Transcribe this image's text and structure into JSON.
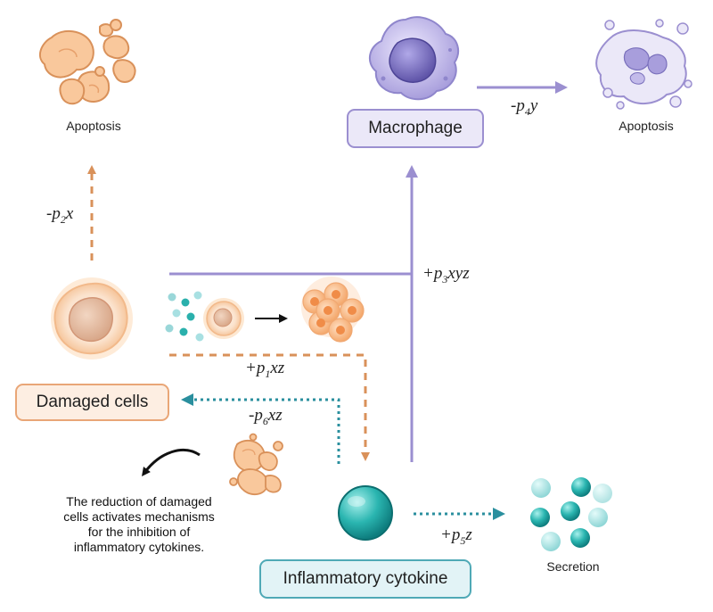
{
  "labels": {
    "apoptosis_left": "Apoptosis",
    "apoptosis_right": "Apoptosis",
    "secretion": "Secretion"
  },
  "boxes": {
    "macrophage": "Macrophage",
    "damaged_cells": "Damaged cells",
    "inflammatory_cytokine": "Inflammatory cytokine"
  },
  "terms": {
    "p2": {
      "sign": "-",
      "p": "p",
      "sub": "2",
      "vars": "x"
    },
    "p4": {
      "sign": "-",
      "p": "p",
      "sub": "4",
      "vars": "y"
    },
    "p3": {
      "sign": "+",
      "p": "p",
      "sub": "3",
      "vars": "xyz"
    },
    "p1": {
      "sign": "+",
      "p": "p",
      "sub": "1",
      "vars": "xz"
    },
    "p6": {
      "sign": "-",
      "p": "p",
      "sub": "6",
      "vars": "xz"
    },
    "p5": {
      "sign": "+",
      "p": "p",
      "sub": "5",
      "vars": "z"
    }
  },
  "note": {
    "line1": "The reduction of damaged",
    "line2": "cells activates mechanisms",
    "line3": "for the inhibition of",
    "line4": "inflammatory cytokines."
  },
  "colors": {
    "orange": "#d9915a",
    "purple": "#9b8fd0",
    "teal": "#2a8f9e",
    "box_purple_fill": "#ebe8f8",
    "box_orange_fill": "#fdeee2",
    "box_teal_fill": "#e2f3f6"
  }
}
